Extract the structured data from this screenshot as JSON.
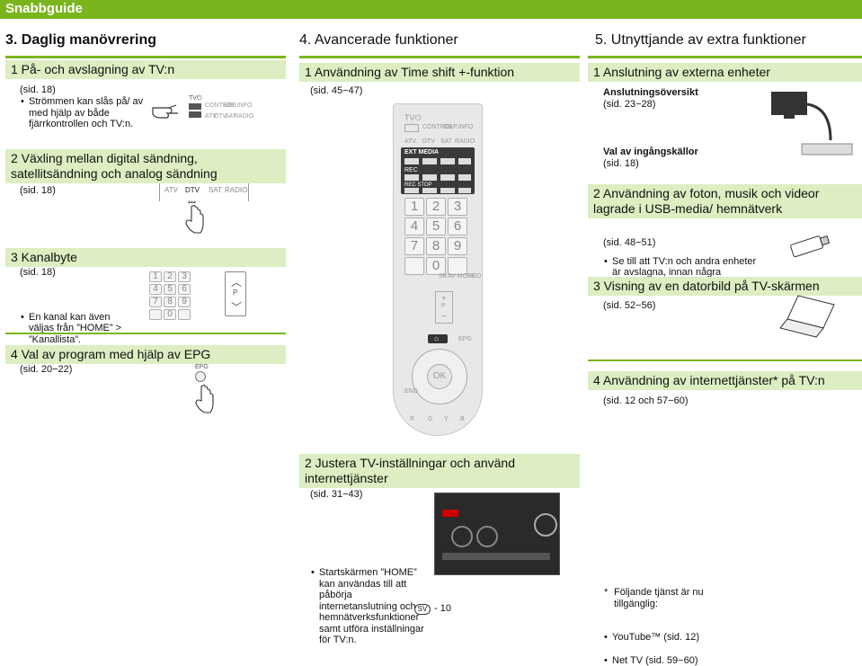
{
  "header": {
    "title": "Snabbguide"
  },
  "columns": {
    "col1": "3. Daglig manövrering",
    "col2": "4. Avancerade funktioner",
    "col3": "5. Utnyttjande av extra funktioner"
  },
  "col1": {
    "s1": {
      "title": "1  På- och avslagning av TV:n",
      "ref": "(sid. 18)",
      "bullet": "Strömmen kan slås på/ av med hjälp av både fjärrkontrollen och TV:n."
    },
    "s2": {
      "title": "2  Växling mellan digital sändning, satellitsändning och analog sändning",
      "ref": "(sid. 18)"
    },
    "s3": {
      "title": "3  Kanalbyte",
      "ref": "(sid. 18)",
      "bullet": "En kanal kan även väljas från ”HOME” > ”Kanallista”."
    },
    "s4": {
      "title": "4  Val av program med hjälp av EPG",
      "ref": "(sid. 20−22)"
    },
    "remote_small": {
      "tv": "TV⏻",
      "control": "CONTROL",
      "p_info": "P.INFO",
      "atv": "ATV",
      "dtv": "DTV",
      "sat": "SAT",
      "radio": "RADIO",
      "p": "P",
      "epg": "EPG"
    },
    "keypad": [
      "1",
      "2",
      "3",
      "4",
      "5",
      "6",
      "7",
      "8",
      "9",
      "",
      "0",
      ""
    ]
  },
  "col2": {
    "s1": {
      "title": "1  Användning av Time shift +-funktion",
      "ref": "(sid. 45−47)"
    },
    "s2": {
      "title": "2  Justera TV-inställningar och använd internettjänster",
      "ref": "(sid. 31−43)",
      "bullet": "Startskärmen ”HOME” kan användas till att påbörja internetanslutning och hemnätverksfunktioner samt utföra inställningar för TV:n."
    },
    "remote": {
      "tv": "TV⏻",
      "control": "CONTROL",
      "p_info": "P.INFO",
      "atv": "ATV",
      "dtv": "DTV",
      "sat": "SAT",
      "radio": "RADIO",
      "ext_media": "EXT MEDIA",
      "rec": "REC",
      "rec_stop": "REC STOP",
      "sb": "SB",
      "av_mode": "AV MODE",
      "eco": "ECO",
      "p": "P",
      "epg": "EPG",
      "ok": "OK",
      "end": "END",
      "r": "R",
      "g": "G",
      "y": "Y",
      "b": "B"
    },
    "keypad": [
      "1",
      "2",
      "3",
      "4",
      "5",
      "6",
      "7",
      "8",
      "9",
      "",
      "0",
      ""
    ]
  },
  "col3": {
    "s1": {
      "title": "1  Anslutning av externa enheter",
      "sub1": "Anslutningsöversikt",
      "ref1": "(sid. 23−28)",
      "bullet": "Se till att TV:n och andra enheter är avslagna, innan några anslutningar påbörjas.",
      "sub2": "Val av ingångskällor",
      "ref2": "(sid. 18)"
    },
    "s2": {
      "title": "2  Användning av foton, musik och videor lagrade i USB-media/ hemnätverk",
      "ref": "(sid. 48−51)"
    },
    "s3": {
      "title": "3  Visning av en datorbild på TV-skärmen",
      "ref": "(sid. 52−56)"
    },
    "s4": {
      "title": "4  Användning av internettjänster* på TV:n",
      "ref": "(sid. 12 och 57−60)",
      "note": "Följande tjänst är nu tillgänglig:",
      "items": [
        "YouTube™ (sid. 12)",
        "Net TV (sid. 59−60)"
      ]
    }
  },
  "footer": {
    "lang": "SV",
    "page": "- 10"
  }
}
